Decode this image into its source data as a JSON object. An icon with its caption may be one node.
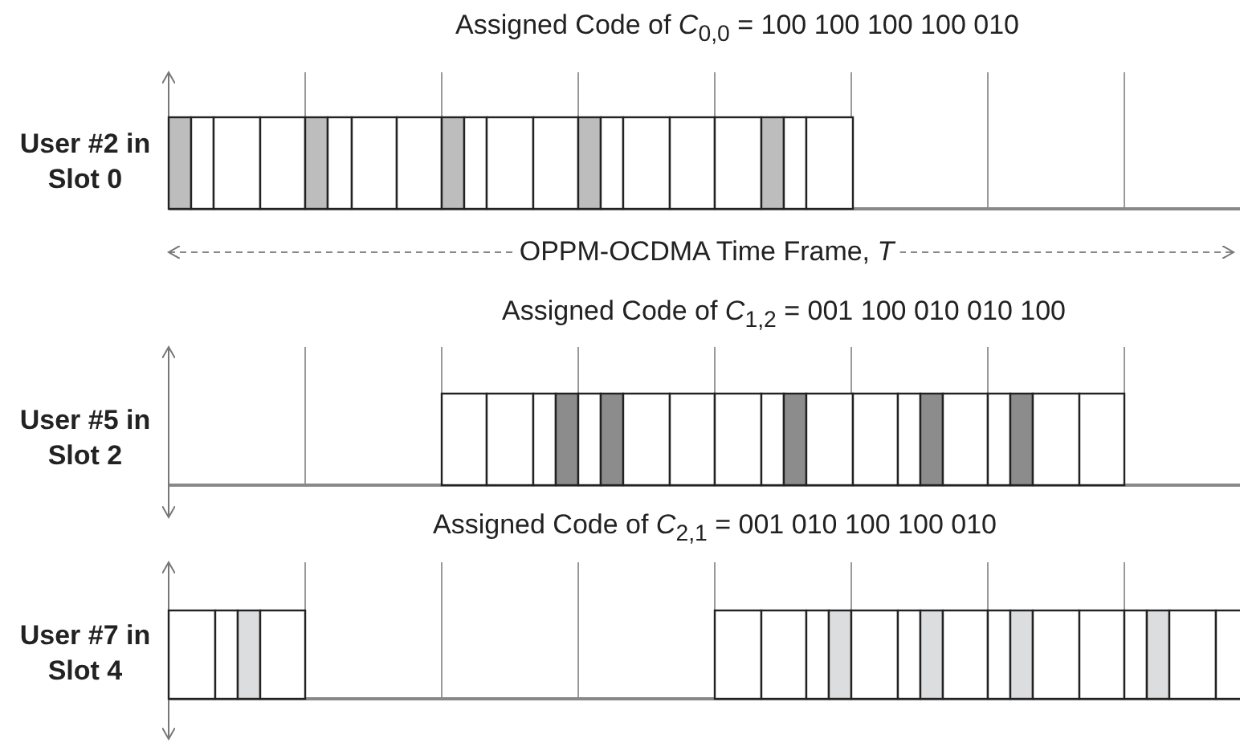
{
  "diagram": {
    "labels": [
      "Assigned Code of *C*$_{0,0}$ = 100 100 100 100 010",
      "User #2 in Slot 0",
      "OPPM-OCDMA Time Frame, *T*",
      "Assigned Code of *C*$_{1,2}$ = 001 100 010 010 100",
      "User #5 in Slot 2",
      "Assigned Code of *C*$_{2,1}$ = 001 010 100 100 010",
      "User #7 in Slot 4"
    ]
  }
}
